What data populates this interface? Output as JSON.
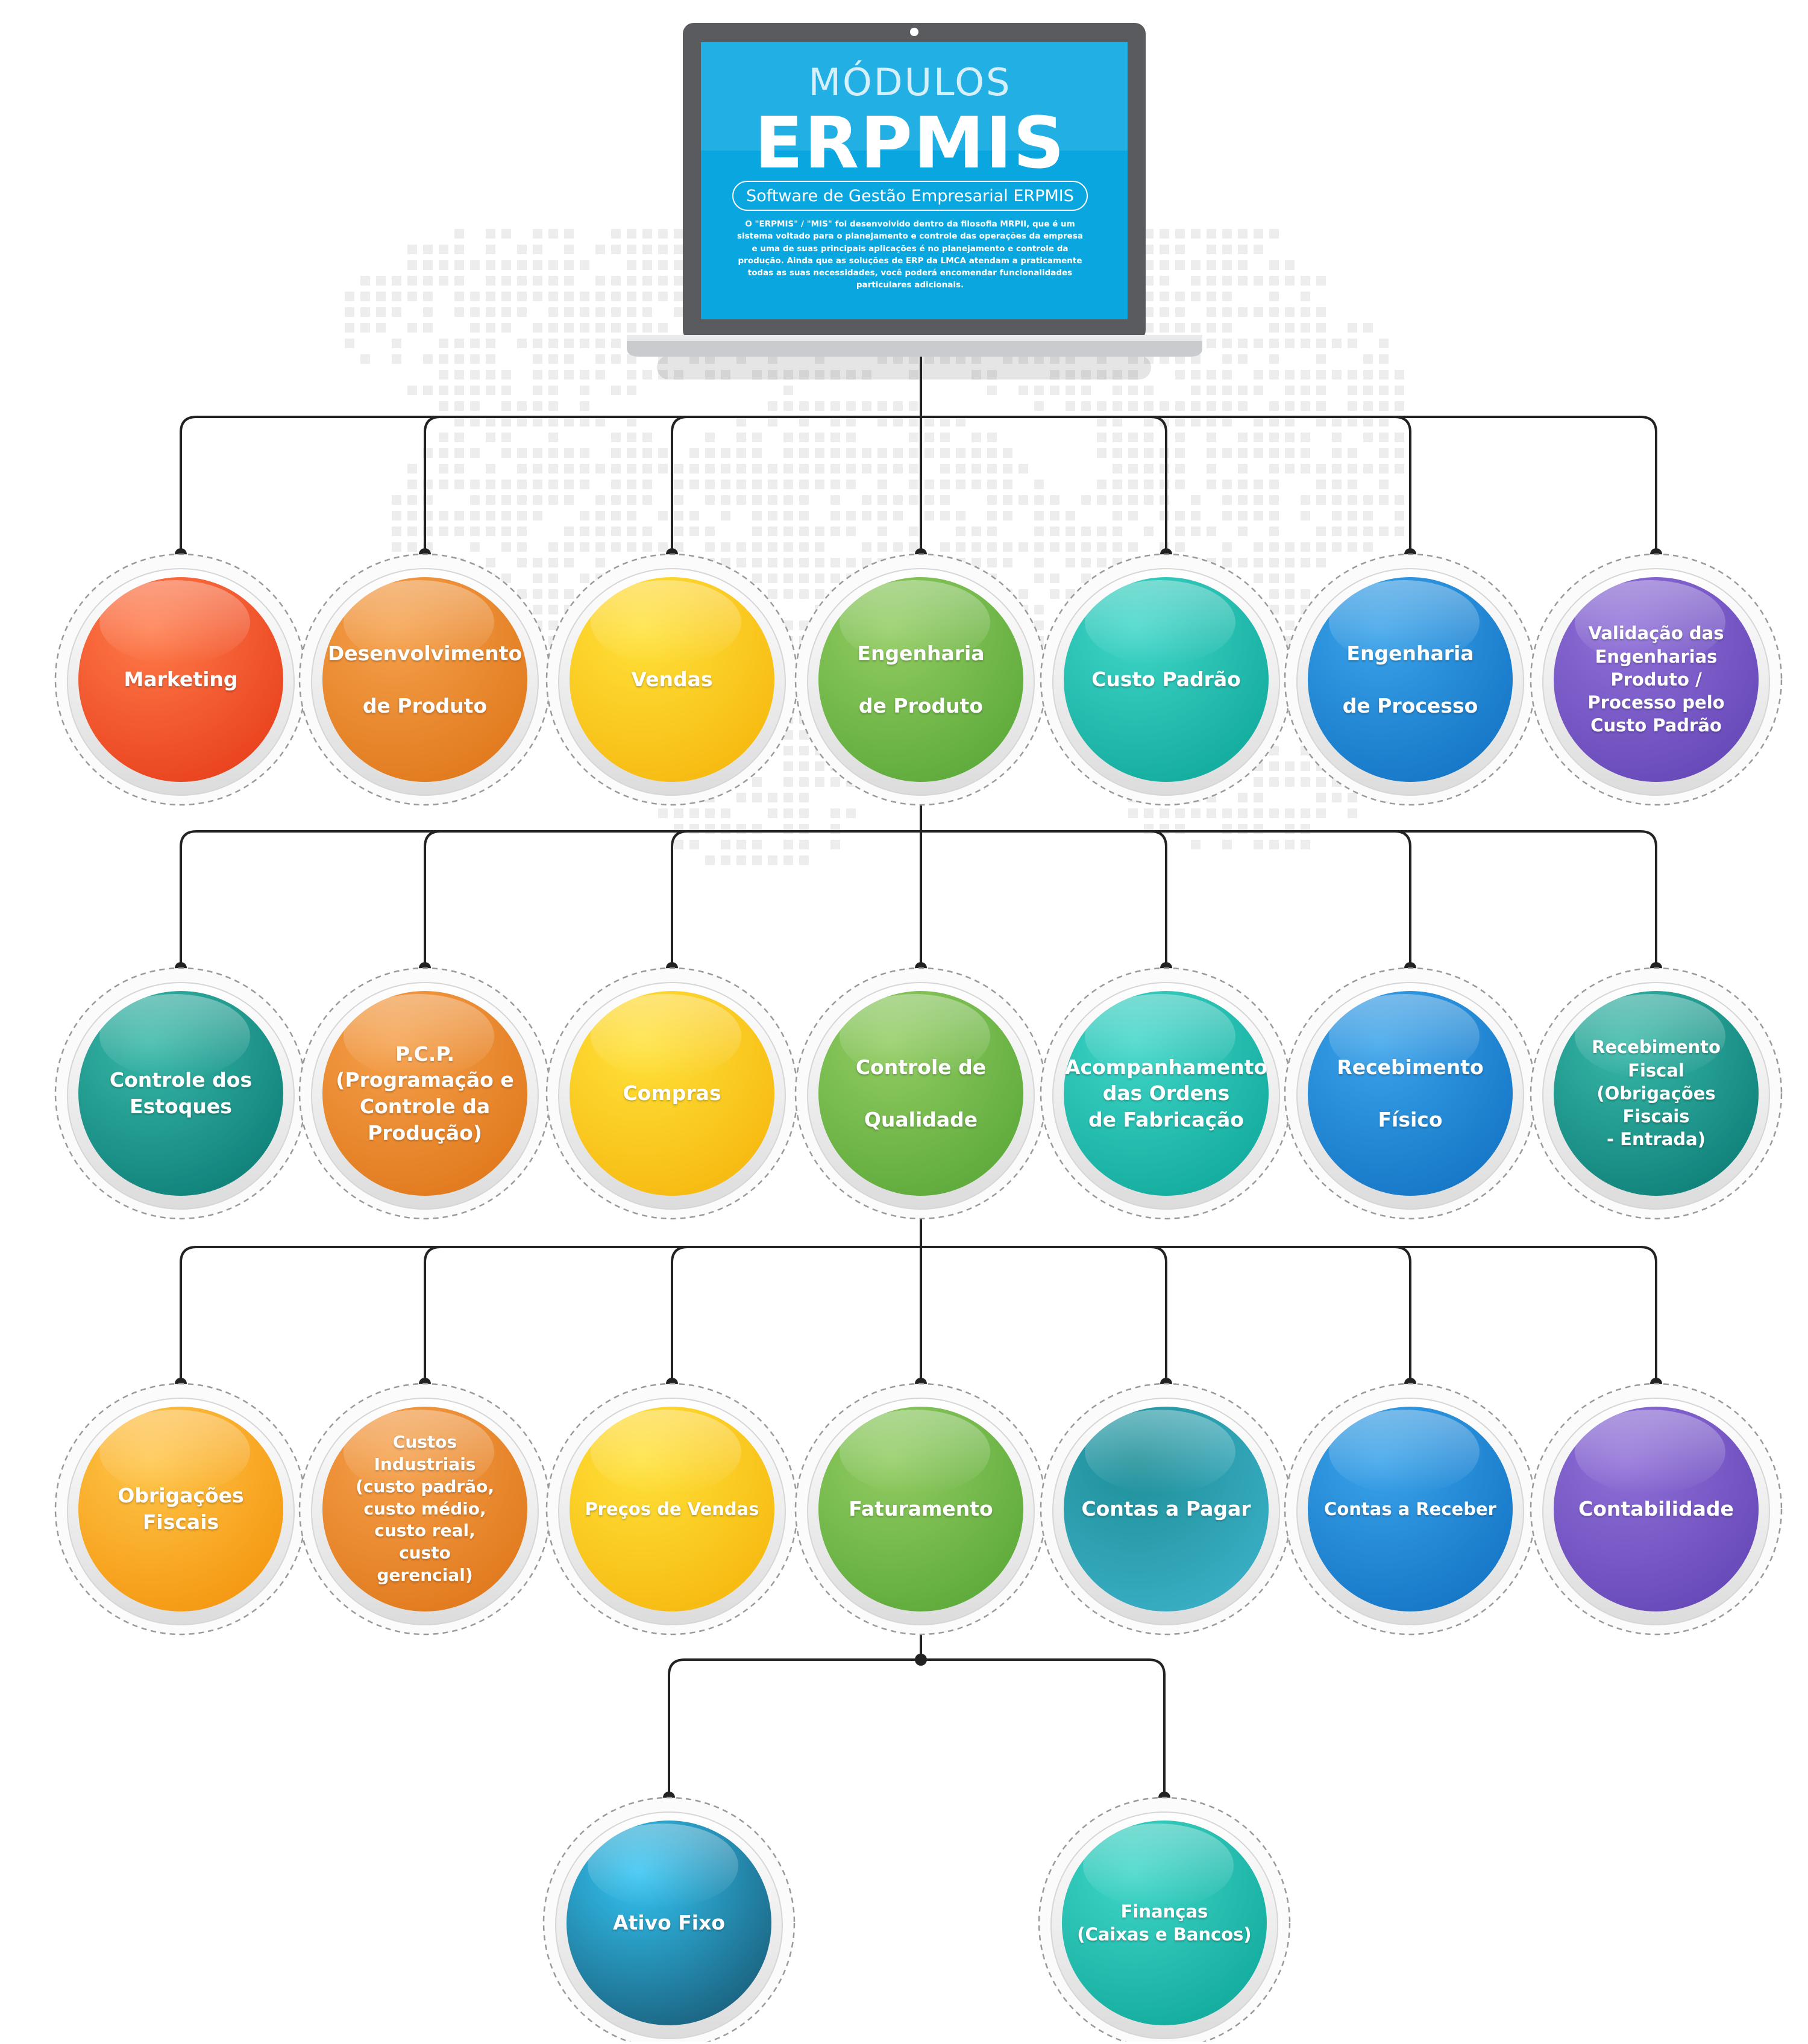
{
  "laptop": {
    "heading": "MÓDULOS",
    "brand": "ERPMIS",
    "tagline": "Software de Gestão Empresarial ERPMIS",
    "description": "O \"ERPMIS\" / \"MIS\" foi desenvolvido dentro da filosofia MRPII, que é um sistema voltado para o planejamento e controle das operações da empresa e uma de suas principais aplicações é no planejamento e controle da produção. Ainda que as soluções de ERP da LMCA atendam a praticamente todas as suas necessidades, você poderá encomendar funcionalidades particulares adicionais."
  },
  "colors": {
    "red": [
      "#ff7b4a",
      "#e8401c"
    ],
    "orange": [
      "#f5a04a",
      "#e0781c"
    ],
    "yellow": [
      "#ffe23a",
      "#f6b80f"
    ],
    "green": [
      "#92cc62",
      "#5ca93a"
    ],
    "teal": [
      "#3fd6c8",
      "#12aa9c"
    ],
    "blue": [
      "#3aa3ea",
      "#1475c5"
    ],
    "purple": [
      "#9070d8",
      "#6547b7"
    ],
    "darkteal": [
      "#38b8a8",
      "#0e7f78"
    ],
    "amber": [
      "#ffc64a",
      "#f4960f"
    ],
    "cyanblue": [
      "#33c4f2",
      "#1a5f7c"
    ],
    "petrol": [
      "#1e8f98",
      "#3aafc6"
    ],
    "connector": "#222222",
    "laptop_screen": "#0aa6e0"
  },
  "modules": {
    "row1": [
      {
        "label": "Marketing",
        "color": "red"
      },
      {
        "label": "Desenvolvimento\n\nde Produto",
        "color": "orange"
      },
      {
        "label": "Vendas",
        "color": "yellow"
      },
      {
        "label": "Engenharia\n\nde Produto",
        "color": "green"
      },
      {
        "label": "Custo Padrão",
        "color": "teal"
      },
      {
        "label": "Engenharia\n\nde Processo",
        "color": "blue"
      },
      {
        "label": "Validação das\nEngenharias\nProduto /\nProcesso pelo\nCusto Padrão",
        "color": "purple"
      }
    ],
    "row2": [
      {
        "label": "Controle dos\nEstoques",
        "color": "darkteal"
      },
      {
        "label": "P.C.P.\n(Programação e\nControle da\nProdução)",
        "color": "orange"
      },
      {
        "label": "Compras",
        "color": "yellow"
      },
      {
        "label": "Controle de\n\nQualidade",
        "color": "green"
      },
      {
        "label": "Acompanhamento\ndas Ordens\nde Fabricação",
        "color": "teal"
      },
      {
        "label": "Recebimento\n\nFísico",
        "color": "blue"
      },
      {
        "label": "Recebimento Fiscal\n(Obrigações Fiscais\n- Entrada)",
        "color": "darkteal"
      }
    ],
    "row3": [
      {
        "label": "Obrigações\nFiscais",
        "color": "amber"
      },
      {
        "label": "Custos\nIndustriais\n(custo padrão,\ncusto médio,\ncusto real,\ncusto\ngerencial)",
        "color": "orange"
      },
      {
        "label": "Preços de Vendas",
        "color": "yellow"
      },
      {
        "label": "Faturamento",
        "color": "green"
      },
      {
        "label": "Contas a Pagar",
        "color": "petrol"
      },
      {
        "label": "Contas a Receber",
        "color": "blue"
      },
      {
        "label": "Contabilidade",
        "color": "purple"
      }
    ],
    "row4": [
      {
        "label": "Ativo Fixo",
        "color": "cyanblue"
      },
      {
        "label": "Finanças\n(Caixas e Bancos)",
        "color": "teal"
      }
    ]
  }
}
